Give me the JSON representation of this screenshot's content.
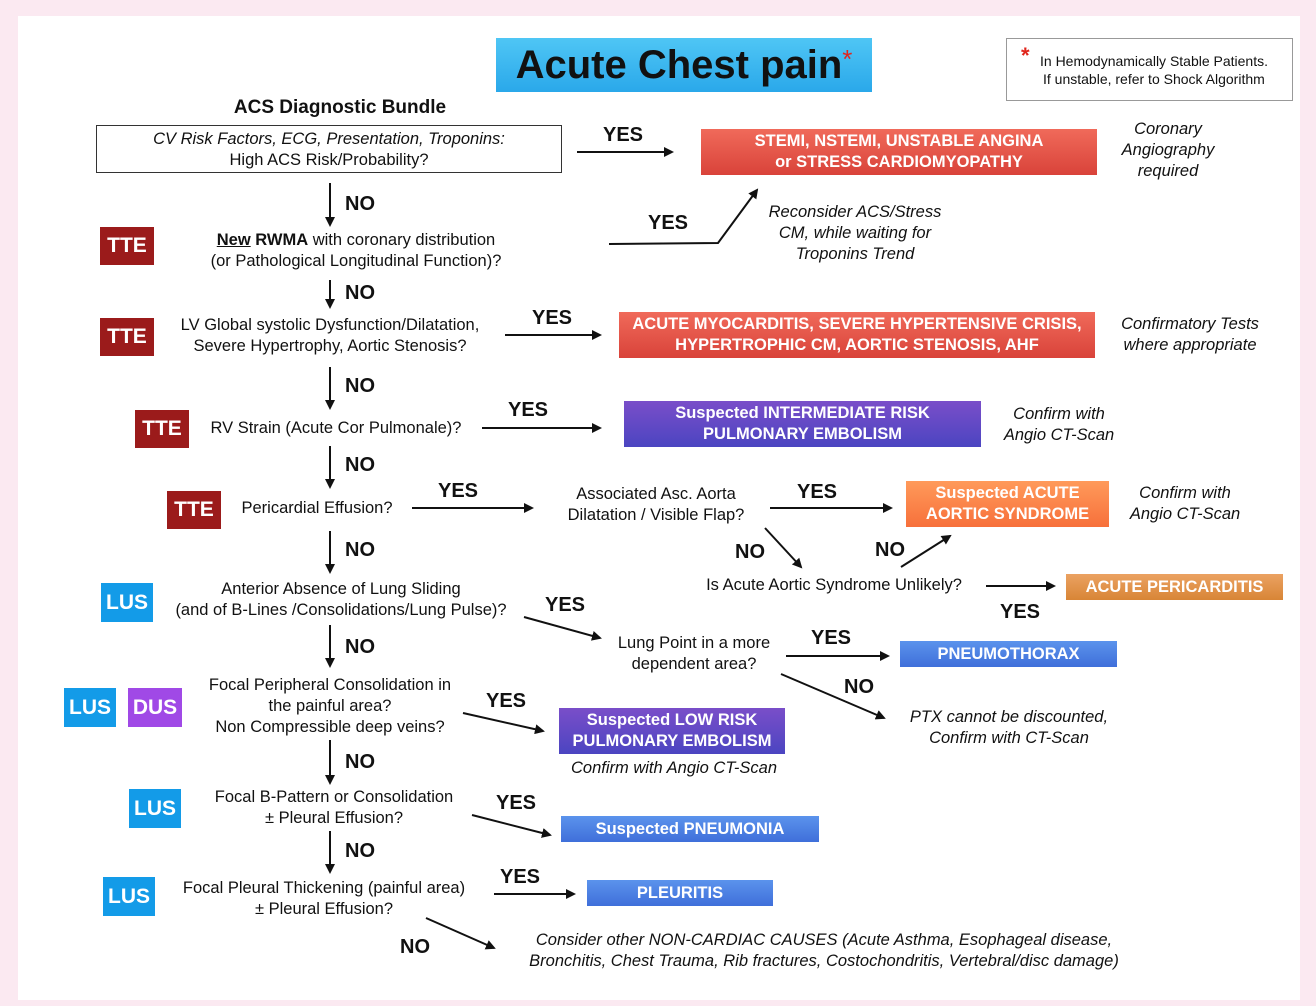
{
  "title": {
    "main": "Acute Chest pain",
    "star": "*"
  },
  "note": {
    "star": "*",
    "line1": "In Hemodynamically Stable Patients.",
    "line2": "If unstable, refer to Shock Algorithm"
  },
  "bundle": {
    "heading": "ACS Diagnostic Bundle",
    "line1": "CV Risk Factors, ECG, Presentation, Troponins:",
    "line2": "High ACS  Risk/Probability?"
  },
  "tags": {
    "tte": "TTE",
    "lus": "LUS",
    "dus": "DUS"
  },
  "answers": {
    "yes": "YES",
    "no": "NO"
  },
  "questions": {
    "rwma": {
      "new": "New",
      "rwma": "RWMA",
      "rest": " with coronary distribution",
      "line2": "(or Pathological Longitudinal Function)?"
    },
    "lv": {
      "line1": "LV Global systolic Dysfunction/Dilatation,",
      "line2": "Severe Hypertrophy, Aortic Stenosis?"
    },
    "rv": "RV Strain (Acute Cor Pulmonale)?",
    "pericardial": "Pericardial Effusion?",
    "aorta": {
      "line1": "Associated Asc. Aorta",
      "line2": "Dilatation / Visible Flap?"
    },
    "aas_unlikely": "Is Acute Aortic Syndrome Unlikely?",
    "lung_sliding": {
      "line1": "Anterior Absence of Lung Sliding",
      "line2": "(and of B-Lines /Consolidations/Lung Pulse)?"
    },
    "lung_point": {
      "line1": "Lung Point in a more",
      "line2": "dependent area?"
    },
    "focal_consolidation": {
      "line1": "Focal Peripheral Consolidation in",
      "line2": "the painful area?",
      "line3": "Non Compressible deep veins?"
    },
    "b_pattern": {
      "line1": "Focal B-Pattern or Consolidation",
      "line2": "± Pleural Effusion?"
    },
    "pleural_thickening": {
      "line1": "Focal Pleural Thickening (painful area)",
      "line2": "± Pleural Effusion?"
    }
  },
  "results": {
    "acs": {
      "line1": "STEMI, NSTEMI, UNSTABLE ANGINA",
      "line2": "or  STRESS CARDIOMYOPATHY"
    },
    "myocarditis": {
      "line1": "ACUTE MYOCARDITIS, SEVERE HYPERTENSIVE CRISIS,",
      "line2": "HYPERTROPHIC CM, AORTIC STENOSIS, AHF"
    },
    "int_pe": {
      "line1": "Suspected  INTERMEDIATE RISK",
      "line2": "PULMONARY EMBOLISM"
    },
    "aas": {
      "line1": "Suspected ACUTE",
      "line2": "AORTIC SYNDROME"
    },
    "pericarditis": "ACUTE PERICARDITIS",
    "ptx": "PNEUMOTHORAX",
    "low_pe": {
      "line1": "Suspected  LOW RISK",
      "line2": "PULMONARY EMBOLISM"
    },
    "pneumonia": "Suspected PNEUMONIA",
    "pleuritis": "PLEURITIS"
  },
  "notes": {
    "coronary": {
      "line1": "Coronary",
      "line2": "Angiography",
      "line3": "required"
    },
    "reconsider": {
      "line1": "Reconsider ACS/Stress",
      "line2": "CM, while waiting for",
      "line3": "Troponins Trend"
    },
    "confirmatory": {
      "line1": "Confirmatory Tests",
      "line2": "where appropriate"
    },
    "confirm_ct1": {
      "line1": "Confirm with",
      "line2": "Angio CT-Scan"
    },
    "confirm_ct2": {
      "line1": "Confirm with",
      "line2": "Angio CT-Scan"
    },
    "confirm_ct3": "Confirm with Angio CT-Scan",
    "ptx_cannot": {
      "line1": "PTX cannot be discounted,",
      "line2": "Confirm with CT-Scan"
    },
    "non_cardiac": {
      "line1": "Consider other NON-CARDIAC CAUSES (Acute Asthma, Esophageal disease,",
      "line2": "Bronchitis, Chest Trauma, Rib fractures, Costochondritis, Vertebral/disc damage)"
    }
  },
  "colors": {
    "tte": "#9b1b1b",
    "lus": "#139be8",
    "dus": "#a049e6",
    "red": "#e4503f",
    "purple": "#5a4ac4",
    "orange": "#f98347",
    "tan": "#e09347",
    "blue": "#4a7fe2"
  }
}
